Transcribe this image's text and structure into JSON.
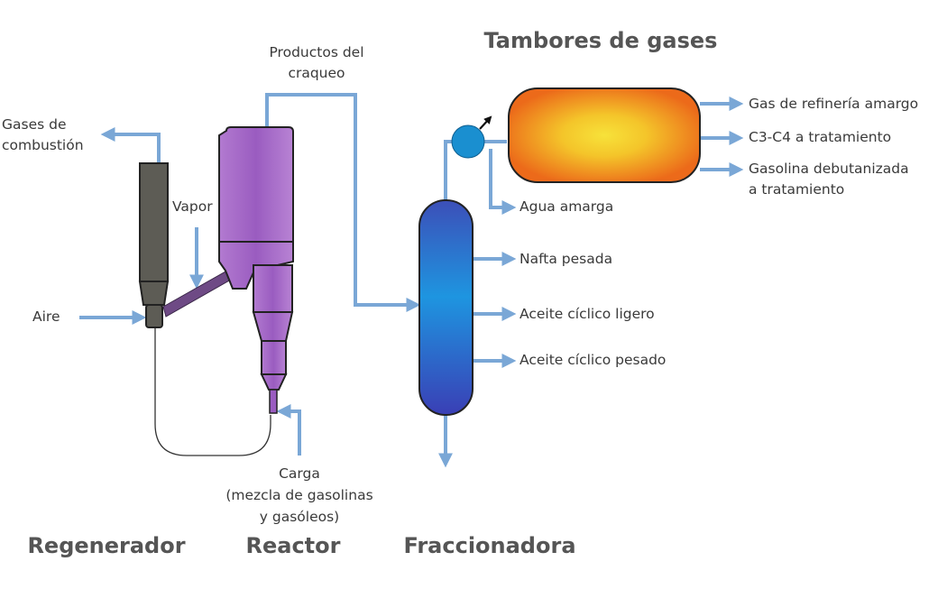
{
  "colors": {
    "flow": "#7aa7d6",
    "regenerator": "#5b5a55",
    "reactor": "#a56cc6",
    "riser": "#6e4a85",
    "column": "#2a6fd0",
    "drum": "#f07a18",
    "pump": "#1a8fd0"
  },
  "titles": {
    "drums": "Tambores de gases",
    "regenerator": "Regenerador",
    "reactor": "Reactor",
    "fractionator": "Fraccionadora"
  },
  "labels": {
    "cracking_products_1": "Productos del",
    "cracking_products_2": "craqueo",
    "flue_gas_1": "Gases de",
    "flue_gas_2": "combustión",
    "steam": "Vapor",
    "air": "Aire",
    "feed_1": "Carga",
    "feed_2": "(mezcla de gasolinas",
    "feed_3": "y gasóleos)"
  },
  "drum_outputs": [
    "Gas de refinería amargo",
    "C3-C4 a tratamiento",
    "Gasolina debutanizada",
    "a tratamiento"
  ],
  "column_outputs": {
    "sour_water": "Agua amarga",
    "heavy_naphtha": "Nafta pesada",
    "light_cycle_oil": "Aceite cíclico ligero",
    "heavy_cycle_oil": "Aceite cíclico pesado"
  }
}
